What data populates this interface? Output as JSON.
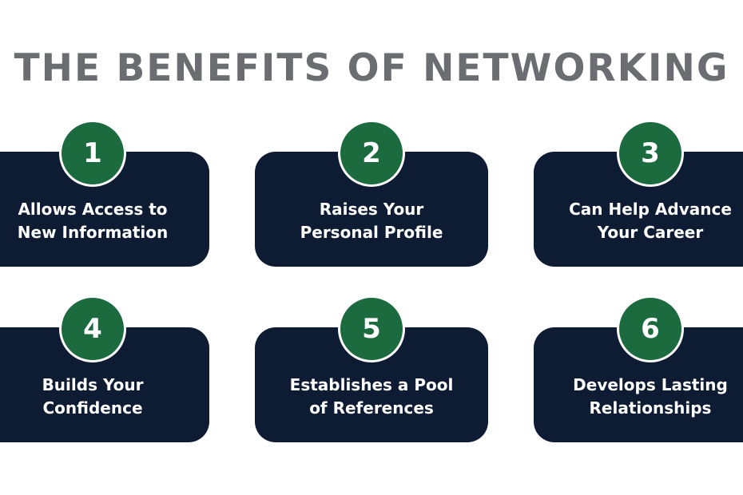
{
  "title": "THE BENEFITS OF NETWORKING",
  "colors": {
    "title": "#6b6d70",
    "card": "#0d1b33",
    "badge": "#1c6b3f",
    "text": "#ffffff"
  },
  "benefits": [
    {
      "number": "1",
      "line1": "Allows Access to",
      "line2": "New Information"
    },
    {
      "number": "2",
      "line1": "Raises Your",
      "line2": "Personal Profile"
    },
    {
      "number": "3",
      "line1": "Can Help Advance",
      "line2": "Your Career"
    },
    {
      "number": "4",
      "line1": "Builds Your",
      "line2": "Confidence"
    },
    {
      "number": "5",
      "line1": "Establishes a Pool",
      "line2": "of References"
    },
    {
      "number": "6",
      "line1": "Develops Lasting",
      "line2": "Relationships"
    }
  ]
}
